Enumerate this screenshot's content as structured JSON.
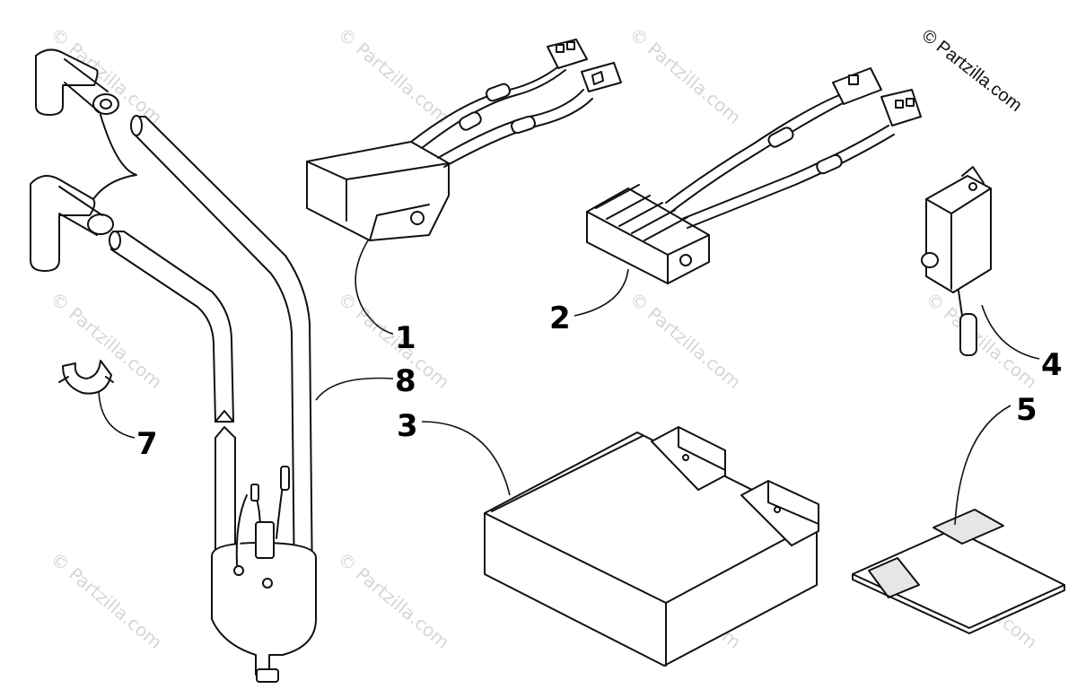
{
  "copyright": "© Partzilla.com",
  "watermark": "© Partzilla.com",
  "callouts": {
    "c1": "1",
    "c2": "2",
    "c3": "3",
    "c4": "4",
    "c5": "5",
    "c7": "7",
    "c8": "8"
  },
  "colors": {
    "line": "#111111",
    "fill": "#ffffff",
    "shade": "#e6e6e6",
    "watermark": "#d6d6d6"
  }
}
